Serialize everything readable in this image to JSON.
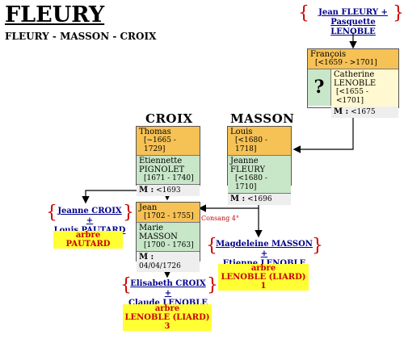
{
  "header": {
    "title": "FLEURY",
    "subtitle": "FLEURY - MASSON - CROIX"
  },
  "surnames": {
    "croix": "CROIX",
    "masson": "MASSON"
  },
  "top_parents": {
    "line1": "Jean FLEURY +",
    "line2": "Pasquette LENOBLE"
  },
  "francois": {
    "name": "François",
    "dates": "[<1659 - >1701]",
    "unknown_mark": "?",
    "spouse": "Catherine",
    "spouse_surname": "LENOBLE",
    "spouse_dates": "[<1655 - <1701]",
    "m_label": "M :",
    "m_value": "<1675"
  },
  "croix_family": {
    "name": "Thomas",
    "dates": "[~1665 - 1729]",
    "spouse": "Etiennette",
    "spouse_surname": "PIGNOLET",
    "spouse_dates": "[1671 - 1740]",
    "m_label": "M :",
    "m_value": "<1693"
  },
  "masson_family": {
    "name": "Louis",
    "dates": "[<1680 - 1718]",
    "spouse": "Jeanne",
    "spouse_surname": "FLEURY",
    "spouse_dates": "[<1680 - 1710]",
    "m_label": "M :",
    "m_value": "<1696"
  },
  "jean_family": {
    "name": "Jean",
    "dates": "[1702 - 1755]",
    "spouse": "Marie",
    "spouse_surname": "MASSON",
    "spouse_dates": "[1700 - 1763]",
    "m_label": "M :",
    "m_value": "04/04/1726"
  },
  "consang": "Consang 4°",
  "left_couple": {
    "line1": "Jeanne CROIX +",
    "line2": "Louis PAUTARD",
    "tree": "arbre PAUTARD"
  },
  "right_couple": {
    "line1": "Magdeleine MASSON +",
    "line2": "Etienne LENOBLE",
    "tree1": "arbre",
    "tree2": "LENOBLE (LIARD) 1"
  },
  "bottom_couple": {
    "line1": "Elisabeth CROIX +",
    "line2": "Claude LENOBLE",
    "tree1": "arbre",
    "tree2": "LENOBLE (LIARD) 3"
  }
}
